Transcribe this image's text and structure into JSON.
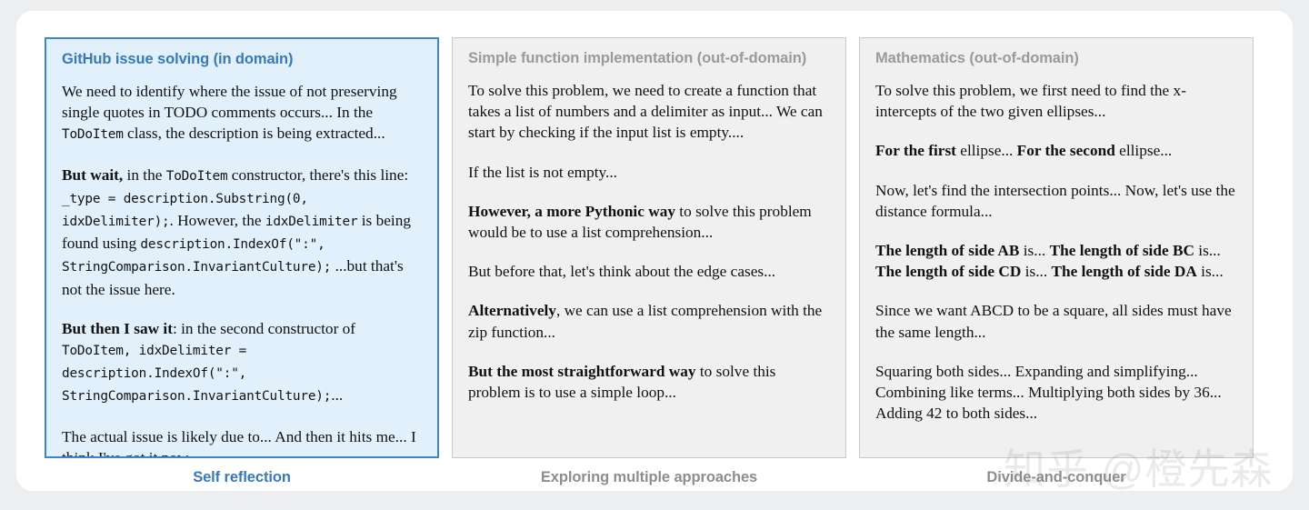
{
  "watermark": "知乎 @橙先森",
  "columns": [
    {
      "id": "github-issue-solving",
      "highlight": true,
      "title": "GitHub issue solving (in domain)",
      "caption": "Self reflection",
      "paragraphs": [
        [
          {
            "t": "text",
            "v": "We need to identify where the issue of not preserving single quotes in TODO comments occurs... In the "
          },
          {
            "t": "code",
            "v": "ToDoItem"
          },
          {
            "t": "text",
            "v": " class, the description is being extracted..."
          }
        ],
        [
          {
            "t": "bold",
            "v": "But wait,"
          },
          {
            "t": "text",
            "v": " in the "
          },
          {
            "t": "code",
            "v": "ToDoItem"
          },
          {
            "t": "text",
            "v": " constructor, there's this line: "
          },
          {
            "t": "code",
            "v": "_type = description.Substring(0, idxDelimiter);"
          },
          {
            "t": "text",
            "v": ". However, the "
          },
          {
            "t": "code",
            "v": "idxDelimiter"
          },
          {
            "t": "text",
            "v": " is being found using "
          },
          {
            "t": "code",
            "v": "description.IndexOf(\":\", StringComparison.InvariantCulture);"
          },
          {
            "t": "text",
            "v": " ...but that's not the issue here."
          }
        ],
        [
          {
            "t": "bold",
            "v": "But then I saw it"
          },
          {
            "t": "text",
            "v": ": in the second constructor of "
          },
          {
            "t": "code",
            "v": "ToDoItem, idxDelimiter = description.IndexOf(\":\", StringComparison.InvariantCulture);"
          },
          {
            "t": "text",
            "v": "..."
          }
        ],
        [
          {
            "t": "text",
            "v": "The actual issue is likely due to... And then it hits me... I think I've got it now."
          }
        ]
      ]
    },
    {
      "id": "simple-function-implementation",
      "highlight": false,
      "title": "Simple function implementation (out-of-domain)",
      "caption": "Exploring multiple approaches",
      "paragraphs": [
        [
          {
            "t": "text",
            "v": "To solve this problem, we need to create a function that takes a list of numbers and a delimiter as input... We can start by checking if the input list is empty...."
          }
        ],
        [
          {
            "t": "text",
            "v": "If the list is not empty..."
          }
        ],
        [
          {
            "t": "bold",
            "v": "However, a more Pythonic way"
          },
          {
            "t": "text",
            "v": " to solve this problem would be to use a list comprehension..."
          }
        ],
        [
          {
            "t": "text",
            "v": "But before that, let's think about the edge cases..."
          }
        ],
        [
          {
            "t": "bold",
            "v": "Alternatively"
          },
          {
            "t": "text",
            "v": ", we can use a list comprehension with the zip function..."
          }
        ],
        [
          {
            "t": "bold",
            "v": "But the most straightforward way"
          },
          {
            "t": "text",
            "v": " to solve this problem is to use a simple loop..."
          }
        ]
      ]
    },
    {
      "id": "mathematics",
      "highlight": false,
      "title": "Mathematics (out-of-domain)",
      "caption": "Divide-and-conquer",
      "paragraphs": [
        [
          {
            "t": "text",
            "v": "To solve this problem, we first need to find the x-intercepts of the two given ellipses..."
          }
        ],
        [
          {
            "t": "bold",
            "v": "For the first"
          },
          {
            "t": "text",
            "v": " ellipse... "
          },
          {
            "t": "bold",
            "v": "For the second"
          },
          {
            "t": "text",
            "v": " ellipse..."
          }
        ],
        [
          {
            "t": "text",
            "v": "Now, let's find the intersection points... Now, let's use the distance formula..."
          }
        ],
        [
          {
            "t": "bold",
            "v": "The length of side AB"
          },
          {
            "t": "text",
            "v": " is... "
          },
          {
            "t": "bold",
            "v": "The length of side BC"
          },
          {
            "t": "text",
            "v": " is... "
          },
          {
            "t": "bold",
            "v": "The length of side CD"
          },
          {
            "t": "text",
            "v": " is... "
          },
          {
            "t": "bold",
            "v": "The length of side DA"
          },
          {
            "t": "text",
            "v": " is..."
          }
        ],
        [
          {
            "t": "text",
            "v": "Since we want ABCD to be a square, all sides must have the same length..."
          }
        ],
        [
          {
            "t": "text",
            "v": "Squaring both sides... Expanding and simplifying... Combining like terms... Multiplying both sides by 36... Adding 42 to both sides..."
          }
        ]
      ]
    }
  ]
}
